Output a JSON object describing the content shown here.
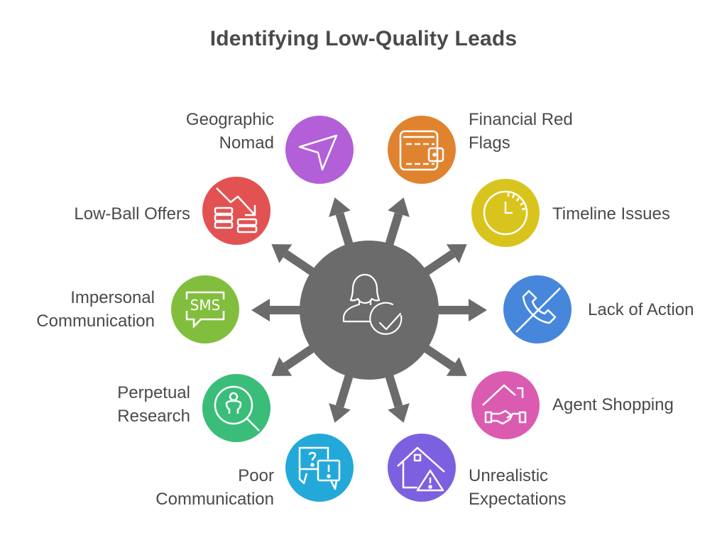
{
  "title": "Identifying Low-Quality Leads",
  "center": {
    "icon": "person-check-icon",
    "color": "#6b6b6b"
  },
  "nodes": [
    {
      "id": "geographic-nomad",
      "lines": [
        "Geographic",
        "Nomad"
      ],
      "color": "#b35fd8",
      "icon": "navigation-arrow-icon"
    },
    {
      "id": "financial-red-flags",
      "lines": [
        "Financial Red",
        "Flags"
      ],
      "color": "#e0832f",
      "icon": "wallet-icon"
    },
    {
      "id": "low-ball-offers",
      "lines": [
        "Low-Ball Offers"
      ],
      "color": "#e25252",
      "icon": "coins-trend-down-icon"
    },
    {
      "id": "timeline-issues",
      "lines": [
        "Timeline Issues"
      ],
      "color": "#d9c41d",
      "icon": "clock-icon"
    },
    {
      "id": "impersonal-communication",
      "lines": [
        "Impersonal",
        "Communication"
      ],
      "color": "#82be3d",
      "icon": "sms-bubble-icon"
    },
    {
      "id": "lack-of-action",
      "lines": [
        "Lack of Action"
      ],
      "color": "#4787db",
      "icon": "phone-off-icon"
    },
    {
      "id": "perpetual-research",
      "lines": [
        "Perpetual",
        "Research"
      ],
      "color": "#3bbd7a",
      "icon": "person-search-icon"
    },
    {
      "id": "agent-shopping",
      "lines": [
        "Agent Shopping"
      ],
      "color": "#db5bb1",
      "icon": "house-handshake-icon"
    },
    {
      "id": "poor-communication",
      "lines": [
        "Poor",
        "Communication"
      ],
      "color": "#23a9d9",
      "icon": "chat-question-icon"
    },
    {
      "id": "unrealistic-expectations",
      "lines": [
        "Unrealistic",
        "Expectations"
      ],
      "color": "#7b61df",
      "icon": "house-warning-icon"
    }
  ]
}
